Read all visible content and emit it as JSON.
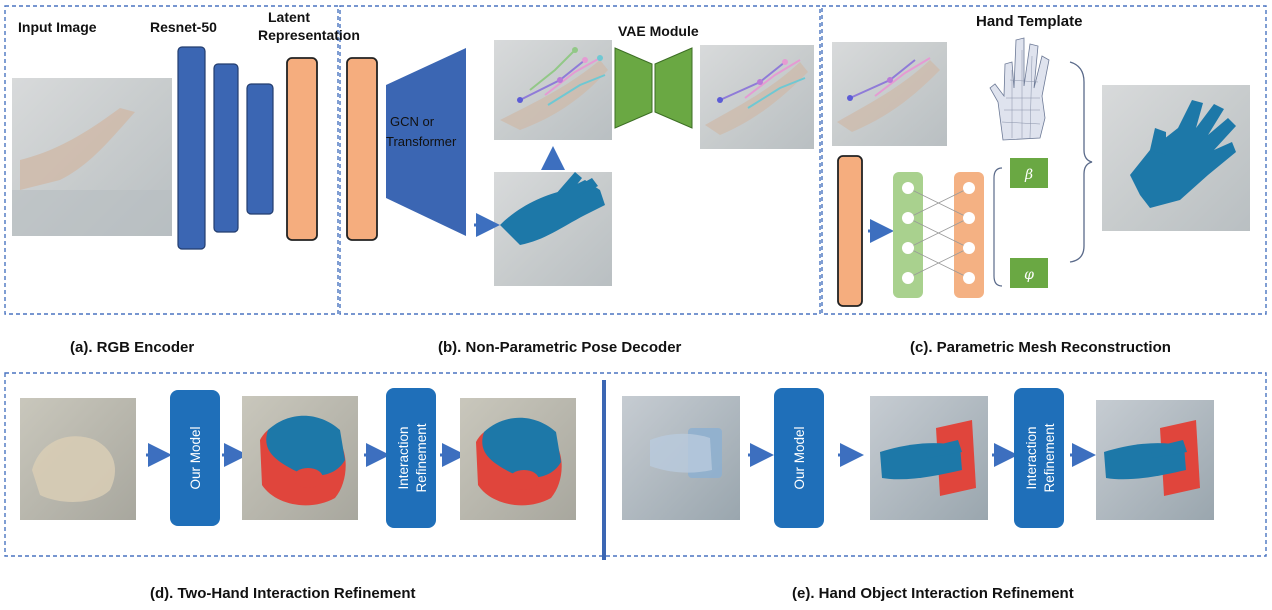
{
  "colors": {
    "blue_block": "#3b66b3",
    "orange_block": "#f5ad7e",
    "green_block": "#6aa843",
    "neuron_green": "#a9d18e",
    "neuron_orange": "#f4b183",
    "dashed_border": "#4a74c0",
    "arrow": "#3d6fbf",
    "model_box": "#1f6fb9",
    "hand_mesh": "#1d78a8",
    "second_hand": "#e0453c"
  },
  "labels": {
    "input_image": "Input Image",
    "resnet": "Resnet-50",
    "latent_line1": "Latent",
    "latent_line2": "Representation",
    "gcn_line1": "GCN or",
    "gcn_line2": "Transformer",
    "vae": "VAE Module",
    "hand_template": "Hand Template",
    "beta": "β",
    "phi": "φ"
  },
  "captions": {
    "a": "(a). RGB   Encoder",
    "b": "(b). Non-Parametric Pose Decoder",
    "c": "(c). Parametric Mesh Reconstruction",
    "d": "(d). Two-Hand Interaction Refinement",
    "e": "(e). Hand Object Interaction Refinement"
  },
  "bottom": {
    "our_model": "Our Model",
    "refine_line1": "Interaction",
    "refine_line2": "Refinement"
  },
  "icons": [
    "arrow-right-icon",
    "arrow-up-icon",
    "bracket-icon",
    "hand-template-icon"
  ]
}
